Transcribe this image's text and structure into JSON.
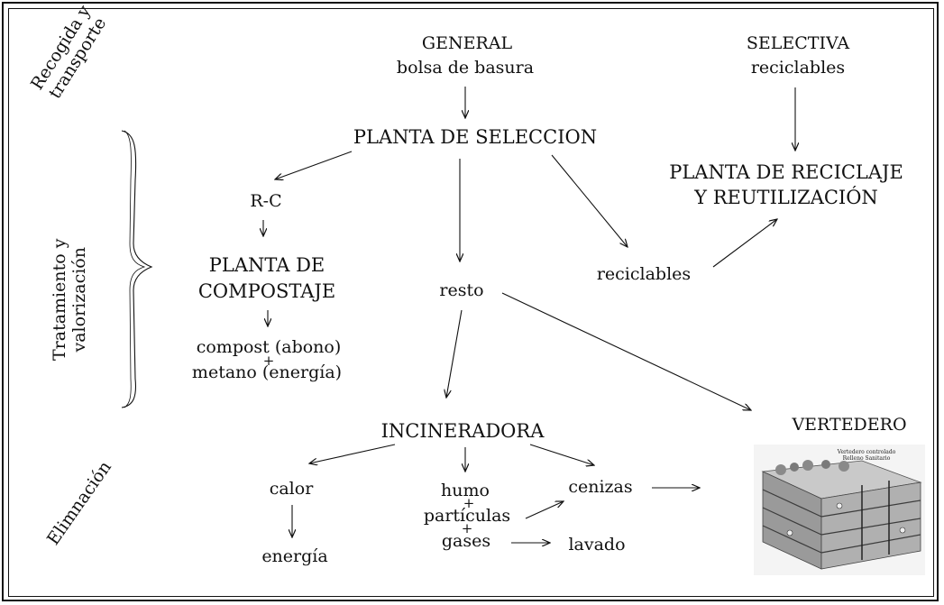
{
  "side_labels": {
    "collection": [
      "Recogida y",
      "transporte"
    ],
    "treatment": [
      "Tratamiento y",
      "valorización"
    ],
    "elimination": "Elimnación"
  },
  "nodes": {
    "general": "GENERAL",
    "general_sub": "bolsa de basura",
    "selectiva": "SELECTIVA",
    "selectiva_sub": "reciclables",
    "planta_seleccion": "PLANTA DE SELECCION",
    "planta_reciclaje": [
      "PLANTA DE RECICLAJE",
      "Y REUTILIZACIÓN"
    ],
    "rc": "R-C",
    "planta_compostaje": [
      "PLANTA DE",
      "COMPOSTAJE"
    ],
    "compost": "compost (abono)",
    "metano": "metano (energía)",
    "resto": "resto",
    "reciclables": "reciclables",
    "incineradora": "INCINERADORA",
    "vertedero": "VERTEDERO",
    "calor": "calor",
    "energia": "energía",
    "humo": "humo",
    "particulas": "partículas",
    "gases": "gases",
    "cenizas": "cenizas",
    "lavado": "lavado",
    "plus": "+"
  },
  "landfill_image": {
    "title_text": [
      "Vertedero controlado",
      "Relleno Sanitario"
    ]
  }
}
